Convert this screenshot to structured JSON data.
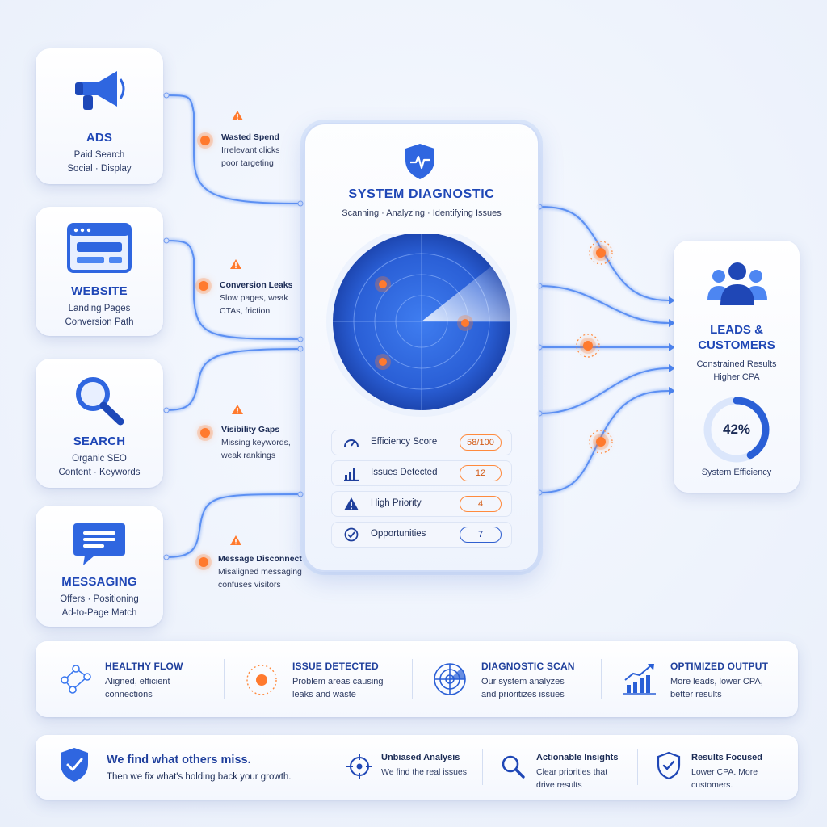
{
  "sources": [
    {
      "title": "ADS",
      "lines": [
        "Paid Search",
        "Social · Display"
      ],
      "icon": "megaphone-icon"
    },
    {
      "title": "WEBSITE",
      "lines": [
        "Landing Pages",
        "Conversion Path"
      ],
      "icon": "browser-window-icon"
    },
    {
      "title": "SEARCH",
      "lines": [
        "Organic SEO",
        "Content · Keywords"
      ],
      "icon": "magnifier-icon"
    },
    {
      "title": "MESSAGING",
      "lines": [
        "Offers · Positioning",
        "Ad-to-Page Match"
      ],
      "icon": "chat-bubble-icon"
    }
  ],
  "issues": [
    {
      "title": "Wasted Spend",
      "lines": [
        "Irrelevant clicks",
        "poor targeting"
      ]
    },
    {
      "title": "Conversion Leaks",
      "lines": [
        "Slow pages, weak",
        "CTAs, friction"
      ]
    },
    {
      "title": "Visibility Gaps",
      "lines": [
        "Missing keywords,",
        "weak rankings"
      ]
    },
    {
      "title": "Message Disconnect",
      "lines": [
        "Misaligned messaging",
        "confuses visitors"
      ]
    }
  ],
  "diagnostic": {
    "title": "SYSTEM DIAGNOSTIC",
    "subtitle": "Scanning · Analyzing · Identifying Issues",
    "metrics": [
      {
        "label": "Efficiency Score",
        "value": "58/100",
        "icon": "gauge-icon",
        "tone": "orange"
      },
      {
        "label": "Issues Detected",
        "value": "12",
        "icon": "bar-chart-icon",
        "tone": "orange"
      },
      {
        "label": "High Priority",
        "value": "4",
        "icon": "warning-icon",
        "tone": "orange"
      },
      {
        "label": "Opportunities",
        "value": "7",
        "icon": "check-circle-icon",
        "tone": "blue"
      }
    ]
  },
  "output": {
    "title_line1": "LEADS &",
    "title_line2": "CUSTOMERS",
    "lines": [
      "Constrained Results",
      "Higher CPA"
    ],
    "efficiency_value": "42%",
    "efficiency_fraction": 0.42,
    "efficiency_label": "System Efficiency"
  },
  "legend": [
    {
      "title": "HEALTHY FLOW",
      "lines": [
        "Aligned, efficient",
        "connections"
      ],
      "icon": "network-icon"
    },
    {
      "title": "ISSUE DETECTED",
      "lines": [
        "Problem areas causing",
        "leaks and waste"
      ],
      "icon": "alert-dot-icon"
    },
    {
      "title": "DIAGNOSTIC SCAN",
      "lines": [
        "Our system analyzes",
        "and prioritizes issues"
      ],
      "icon": "radar-icon"
    },
    {
      "title": "OPTIMIZED OUTPUT",
      "lines": [
        "More leads, lower CPA,",
        "better results"
      ],
      "icon": "trend-up-icon"
    }
  ],
  "banner": {
    "headline": "We find what others miss.",
    "subline": "Then we fix what's holding back your growth.",
    "items": [
      {
        "title": "Unbiased Analysis",
        "lines": [
          "We find the real issues"
        ],
        "icon": "target-icon"
      },
      {
        "title": "Actionable Insights",
        "lines": [
          "Clear priorities that",
          "drive results"
        ],
        "icon": "search-icon"
      },
      {
        "title": "Results Focused",
        "lines": [
          "Lower CPA. More",
          "customers."
        ],
        "icon": "shield-check-icon"
      }
    ]
  },
  "colors": {
    "primary": "#1f47b6",
    "accent": "#3a78f0",
    "issue": "#ff7a2e",
    "background": "#eef3fc"
  }
}
